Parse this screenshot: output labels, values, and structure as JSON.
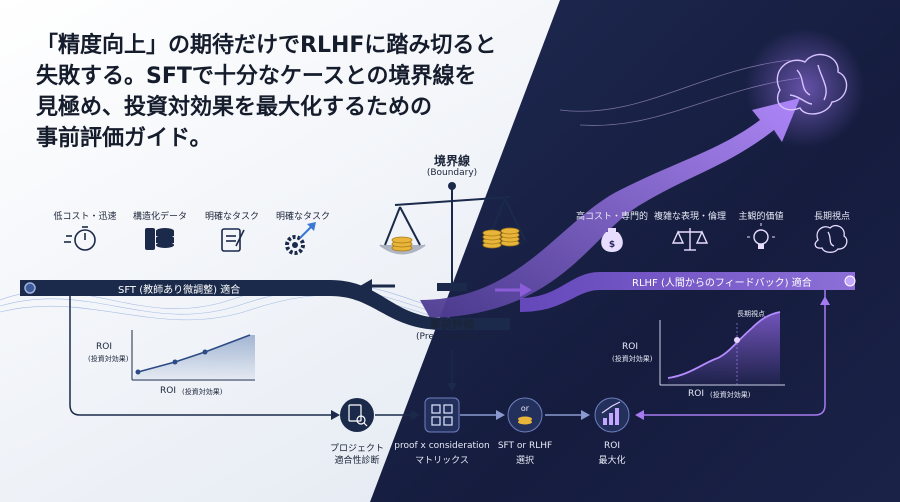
{
  "headline": {
    "line1": "「精度向上」の期待だけでRLHFに踏み切ると",
    "line2": "失敗する。SFTで十分なケースとの境界線を",
    "line3": "見極め、投資対効果を最大化するための",
    "line4": "事前評価ガイド。"
  },
  "boundary": {
    "title": "境界線",
    "subtitle": "(Boundary)"
  },
  "sft": {
    "banner": "SFT (教師あり微調整) 適合",
    "features": [
      "低コスト・迅速",
      "構造化データ",
      "明確なタスク",
      "明確なタスク"
    ],
    "icons": [
      "stopwatch-icon",
      "database-icon",
      "clipboard-icon",
      "gear-arrow-icon"
    ],
    "roi_ylabel": "ROI",
    "roi_ysub": "(投資対効果)",
    "roi_xlabel": "ROI",
    "roi_xsub": "(投資対効果)"
  },
  "rlhf": {
    "banner": "RLHF (人間からのフィードバック) 適合",
    "features": [
      "高コスト・専門的",
      "複雑な表現・倫理",
      "主観的価値",
      "長期視点"
    ],
    "icons": [
      "money-bag-icon",
      "scale-icon",
      "lightbulb-icon",
      "brain-icon"
    ],
    "roi_ylabel": "ROI",
    "roi_ysub": "(投資対効果)",
    "roi_xlabel": "ROI",
    "roi_xsub": "(投資対効果)",
    "peak_label": "長期視点"
  },
  "pre_eval": {
    "title": "事前評価",
    "subtitle": "(Pre-evaluation)"
  },
  "flow": [
    {
      "icon": "document-search-icon",
      "line1": "プロジェクト",
      "line2": "適合性診断"
    },
    {
      "icon": "matrix-icon",
      "line1": "proof x consideration",
      "line2": "マトリックス"
    },
    {
      "icon": "or-coins-icon",
      "or_text": "or",
      "line1": "SFT or RLHF",
      "line2": "選択"
    },
    {
      "icon": "bar-growth-icon",
      "line1": "ROI",
      "line2": "最大化"
    }
  ],
  "colors": {
    "navy": "#1b2a4a",
    "purple": "#8a5cd8",
    "violet": "#a77bf0",
    "dark_bg": "#141b3a"
  }
}
